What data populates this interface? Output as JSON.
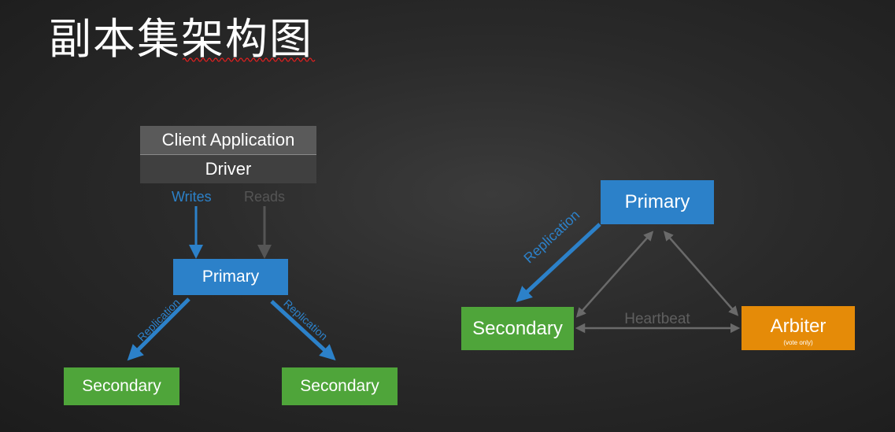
{
  "title": "副本集架构图",
  "colors": {
    "primary": "#2c81c9",
    "secondary": "#4fa53a",
    "arbiter": "#e58b08",
    "muted_arrow": "#555555",
    "heartbeat_arrow": "#6a6a6a"
  },
  "left_diagram": {
    "client_application": "Client Application",
    "driver": "Driver",
    "writes_label": "Writes",
    "reads_label": "Reads",
    "primary": "Primary",
    "replication_left": "Replication",
    "replication_right": "Replication",
    "secondary_left": "Secondary",
    "secondary_right": "Secondary"
  },
  "right_diagram": {
    "primary": "Primary",
    "replication": "Replication",
    "secondary": "Secondary",
    "heartbeat": "Heartbeat",
    "arbiter": "Arbiter",
    "arbiter_note": "(vote only)"
  }
}
